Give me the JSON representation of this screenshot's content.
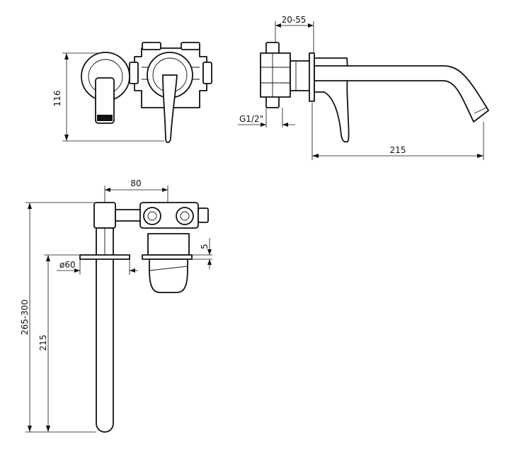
{
  "dimensions": {
    "front_height": "116",
    "side_projection": "215",
    "side_depth_range": "20-55",
    "side_thread": "G1/2\"",
    "top_spacing": "80",
    "top_flange_diameter": "ø60",
    "top_plate_thickness": "5",
    "top_spout_length": "215",
    "top_overall_range": "265-300"
  }
}
